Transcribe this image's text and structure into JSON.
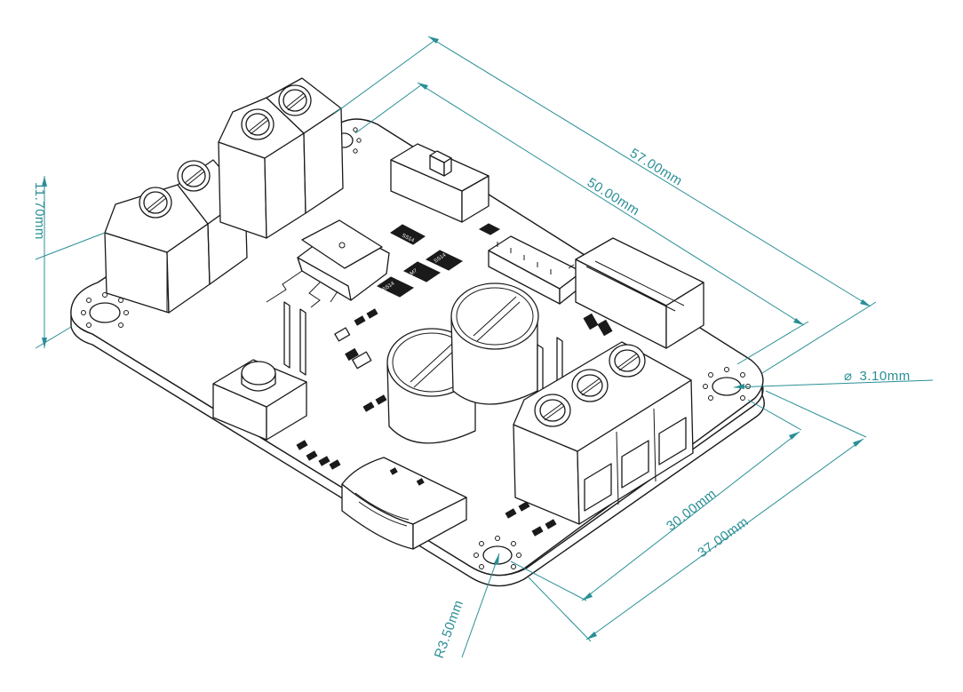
{
  "dimensions": {
    "overall_length": "57.00mm",
    "hole_spacing_length": "50.00mm",
    "height": "11.70mm",
    "hole_diameter": "3.10mm",
    "hole_spacing_width": "30.00mm",
    "overall_width": "37.00mm",
    "corner_radius": "R3.50mm",
    "diameter_symbol": "⌀"
  },
  "chips": {
    "chip1": "SS14",
    "chip2": "SS14",
    "chip3": "M7",
    "chip4": "SS14"
  },
  "colors": {
    "dimension_line": "#2a8f96",
    "outline": "#1a1a1a"
  }
}
